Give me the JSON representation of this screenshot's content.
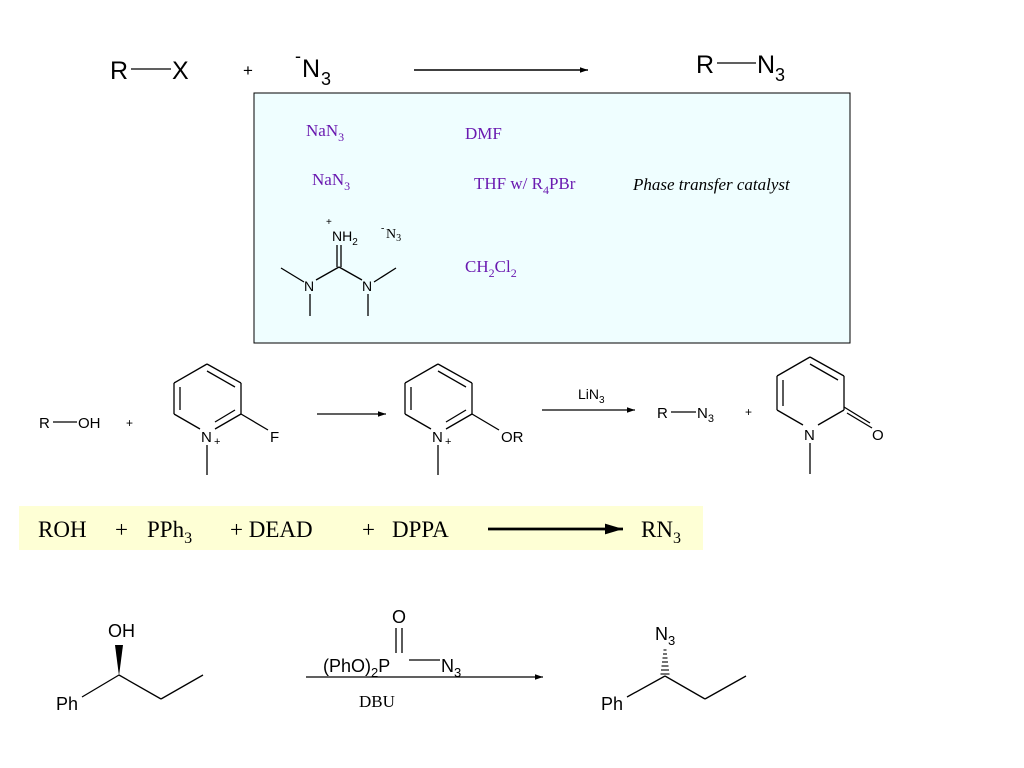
{
  "reaction1": {
    "reactant_r": "R",
    "reactant_x": "X",
    "plus": "+",
    "azide_charge": "-",
    "azide_n": "N",
    "azide_sub": "3",
    "product_r": "R",
    "product_n": "N",
    "product_sub": "3"
  },
  "conditions_box": {
    "bg_color": "#effeff",
    "text_color": "#6a1ab0",
    "row1": {
      "reagent": "NaN",
      "reagent_sub": "3",
      "solvent": "DMF"
    },
    "row2": {
      "reagent": "NaN",
      "reagent_sub": "3",
      "solvent_pre": "THF w/ R",
      "solvent_sub": "4",
      "solvent_post": "PBr",
      "note": "Phase transfer catalyst"
    },
    "row3": {
      "guanidinium": {
        "plus": "+",
        "nh": "NH",
        "nh_sub": "2",
        "n_left": "N",
        "n_right": "N"
      },
      "counterion": {
        "charge": "-",
        "n": "N",
        "sub": "3"
      },
      "solvent_1": "CH",
      "solvent_sub_1": "2",
      "solvent_2": "Cl",
      "solvent_sub_2": "2"
    }
  },
  "reaction2": {
    "roh_r": "R",
    "roh_oh": "OH",
    "plus": "+",
    "pyridinium_n": "N",
    "pyridinium_charge": "+",
    "fluoro": "F",
    "intermediate_n": "N",
    "intermediate_charge": "+",
    "intermediate_or": "OR",
    "reagent": "LiN",
    "reagent_sub": "3",
    "product_r": "R",
    "product_n": "N",
    "product_sub": "3",
    "plus2": "+",
    "pyridone_n": "N",
    "pyridone_o": "O"
  },
  "reaction3": {
    "bg_color": "#feffd5",
    "roh": "ROH",
    "plus1": "+",
    "pph": "PPh",
    "pph_sub": "3",
    "plus2": "+ DEAD",
    "plus3": "+",
    "dppa": "DPPA",
    "product": "RN",
    "product_sub": "3"
  },
  "reaction4": {
    "oh": "OH",
    "ph": "Ph",
    "phosphoryl_o": "O",
    "reagent_pre": "(PhO)",
    "reagent_sub": "2",
    "reagent_p": "P",
    "reagent_n": "N",
    "reagent_n_sub": "3",
    "base": "DBU",
    "product_n": "N",
    "product_n_sub": "3",
    "product_ph": "Ph"
  }
}
